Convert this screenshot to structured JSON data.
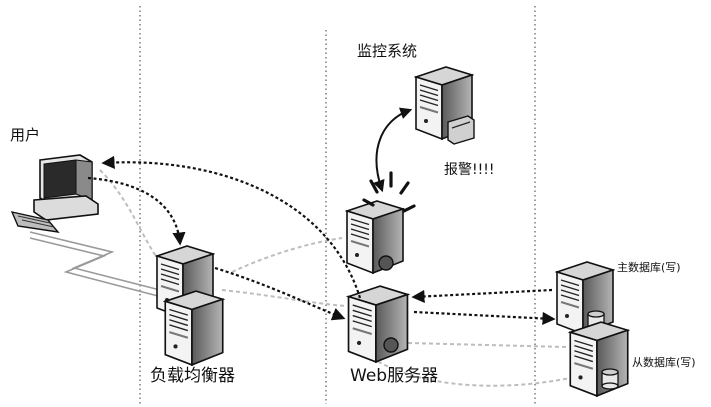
{
  "labels": {
    "monitor": "监控系统",
    "user": "用户",
    "alarm": "报警!!!!",
    "master_db": "主数据库(写)",
    "slave_db": "从数据库(写)",
    "load_balancer": "负载均衡器",
    "web_server": "Web服务器"
  },
  "colors": {
    "line": "#111111",
    "faint_line": "#bdbdbd",
    "zone_divider": "#666666"
  }
}
